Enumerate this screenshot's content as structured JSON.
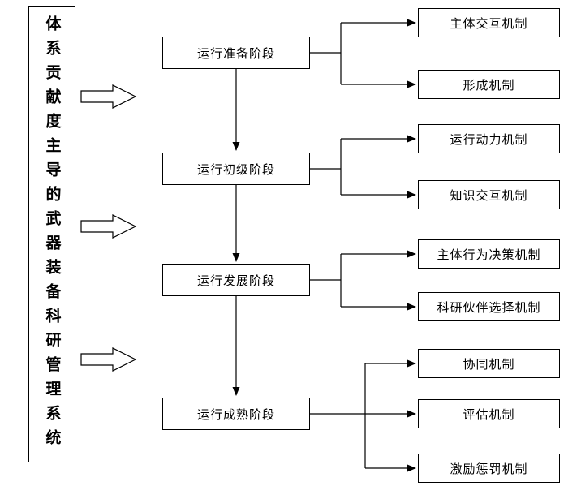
{
  "diagram": {
    "root_label": "体系贡献度主导的武器装备科研管理系统",
    "stages": [
      "运行准备阶段",
      "运行初级阶段",
      "运行发展阶段",
      "运行成熟阶段"
    ],
    "mechanisms": [
      "主体交互机制",
      "形成机制",
      "运行动力机制",
      "知识交互机制",
      "主体行为决策机制",
      "科研伙伴选择机制",
      "协同机制",
      "评估机制",
      "激励惩罚机制"
    ],
    "colors": {
      "line": "#000000",
      "box_border": "#000000",
      "background": "#ffffff"
    }
  }
}
